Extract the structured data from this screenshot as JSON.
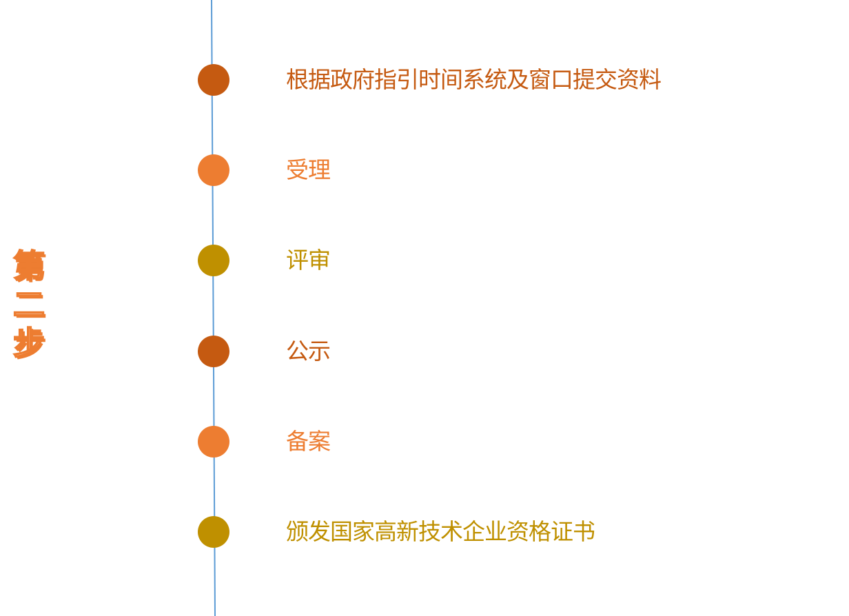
{
  "side_label": {
    "chars": [
      "第",
      "二",
      "步"
    ],
    "text": "第二步",
    "color": "#ED7D31"
  },
  "timeline": {
    "line_color": "#5B9BD5",
    "steps": [
      {
        "label": "根据政府指引时间系统及窗口提交资料",
        "color": "#C55A11"
      },
      {
        "label": "受理",
        "color": "#ED7D31"
      },
      {
        "label": "评审",
        "color": "#BF9000"
      },
      {
        "label": "公示",
        "color": "#C55A11"
      },
      {
        "label": "备案",
        "color": "#ED7D31"
      },
      {
        "label": "颁发国家高新技术企业资格证书",
        "color": "#BF9000"
      }
    ]
  }
}
